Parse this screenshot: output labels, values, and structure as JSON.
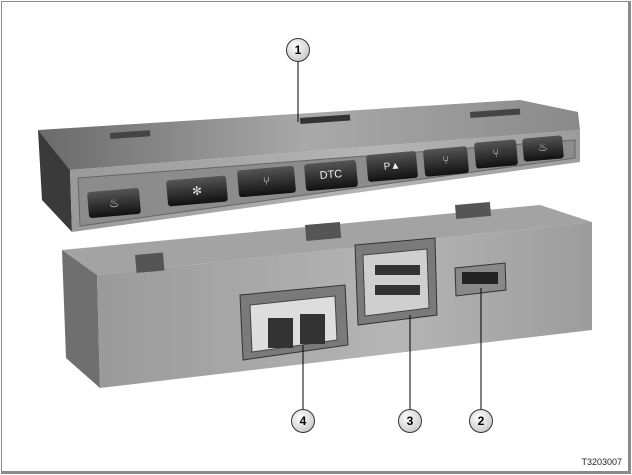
{
  "callouts": [
    "1",
    "2",
    "3",
    "4"
  ],
  "buttons": [
    {
      "icon": "seat-heating-icon"
    },
    {
      "icon": "seat-ventilation-icon"
    },
    {
      "icon": "seat-adjust-icon"
    },
    {
      "label": "DTC"
    },
    {
      "label": "P",
      "icon": "park-distance-control-icon"
    },
    {
      "icon": "lumbar-support-icon"
    },
    {
      "icon": "seat-massage-icon"
    },
    {
      "icon": "seat-heating-icon"
    }
  ],
  "reference_code": "T3203007"
}
